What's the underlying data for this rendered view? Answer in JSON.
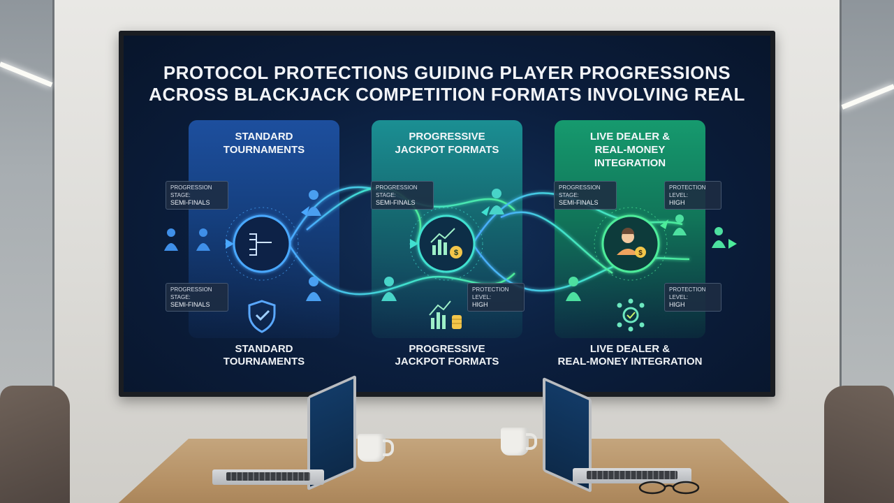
{
  "screen": {
    "title_line1": "PROTOCOL PROTECTIONS GUIDING PLAYER PROGRESSIONS",
    "title_line2": "ACROSS BLACKJACK COMPETITION FORMATS INVOLVING REAL"
  },
  "columns": [
    {
      "heading": "STANDARD\nTOURNAMENTS",
      "footer": "STANDARD\nTOURNAMENTS",
      "hub_icon": "bracket-icon",
      "footer_icon": "shield-check-icon",
      "tags": [
        {
          "label": "PROGRESSION STAGE:",
          "value": "SEMI-FINALS"
        },
        {
          "label": "PROGRESSION STAGE:",
          "value": "SEMI-FINALS"
        }
      ]
    },
    {
      "heading": "PROGRESSIVE\nJACKPOT FORMATS",
      "footer": "PROGRESSIVE\nJACKPOT FORMATS",
      "hub_icon": "growth-chart-coin-icon",
      "footer_icon": "chart-coins-icon",
      "tags": [
        {
          "label": "PROGRESSION STAGE:",
          "value": "SEMI-FINALS"
        },
        {
          "label": "PROTECTION LEVEL:",
          "value": "HIGH"
        }
      ]
    },
    {
      "heading": "LIVE DEALER &\nREAL-MONEY\nINTEGRATION",
      "footer": "LIVE DEALER &\nREAL-MONEY INTEGRATION",
      "hub_icon": "dealer-coin-icon",
      "footer_icon": "network-hub-icon",
      "tags": [
        {
          "label": "PROGRESSION STAGE:",
          "value": "SEMI-FINALS"
        },
        {
          "label": "PROTECTION LEVEL:",
          "value": "HIGH"
        },
        {
          "label": "PROTECTION LEVEL:",
          "value": "HIGH"
        }
      ]
    }
  ],
  "colors": {
    "blue": "#4aa8ff",
    "teal": "#41e0d0",
    "green": "#4dec9a"
  }
}
